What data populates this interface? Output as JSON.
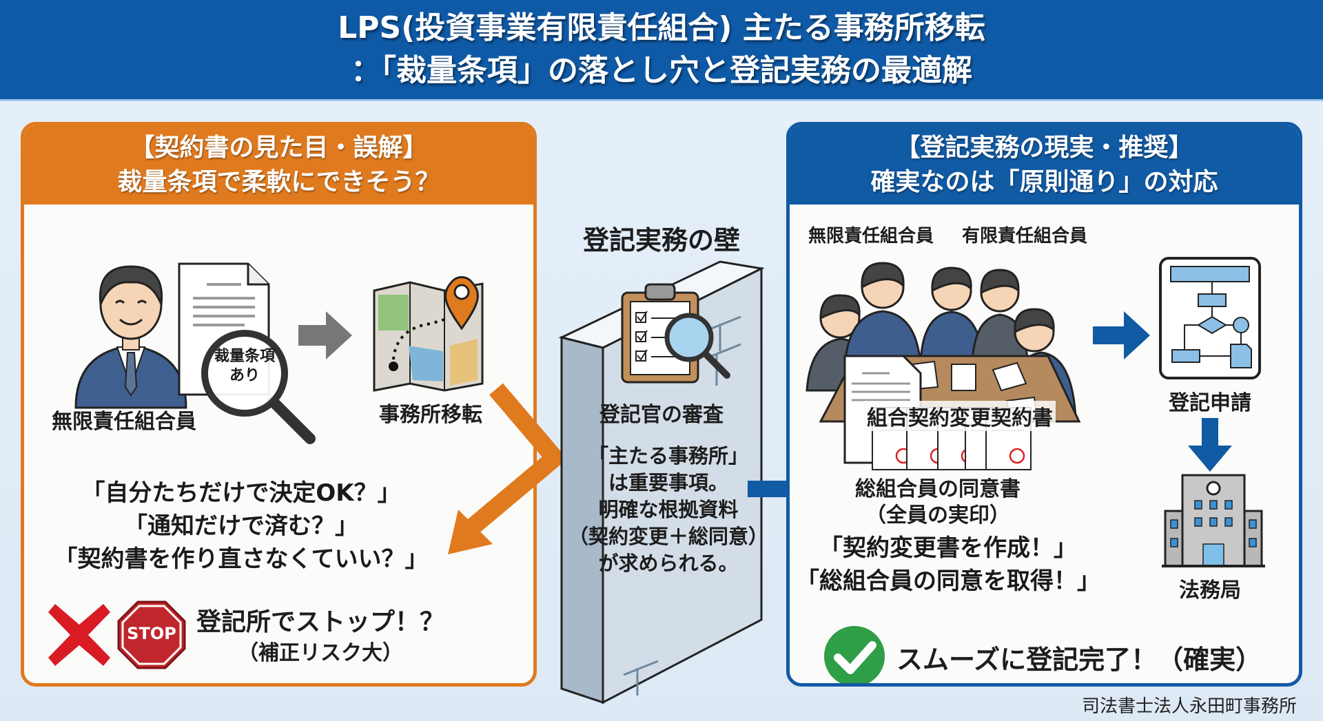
{
  "header": {
    "title_line1": "LPS(投資事業有限責任組合) 主たる事務所移転",
    "title_line2": "：「裁量条項」の落とし穴と登記実務の最適解"
  },
  "left_panel": {
    "heading_line1": "【契約書の見た目・誤解】",
    "heading_line2": "裁量条項で柔軟にできそう？",
    "person_label": "無限責任組合員",
    "magnifier_text_line1": "裁量条項",
    "magnifier_text_line2": "あり",
    "map_label": "事務所移転",
    "questions": [
      "「自分たちだけで決定OK？」",
      "「通知だけで済む？」",
      "「契約書を作り直さなくていい？」"
    ],
    "stop_sign_text": "STOP",
    "warning_line1": "登記所でストップ！？",
    "warning_line2": "（補正リスク大）",
    "accent_color": "#e07a1e"
  },
  "center": {
    "wall_title": "登記実務の壁",
    "review_label": "登記官の審査",
    "explanation": [
      "「主たる事務所」",
      "は重要事項。",
      "明確な根拠資料",
      "（契約変更＋総同意）",
      "が求められる。"
    ]
  },
  "right_panel": {
    "heading_line1": "【登記実務の現実・推奨】",
    "heading_line2": "確実なのは「原則通り」の対応",
    "member_label_1": "無限責任組合員",
    "member_label_2": "有限責任組合員",
    "contract_label": "組合契約変更契約書",
    "consent_label": "総組合員の同意書",
    "consent_sub": "（全員の実印）",
    "action_1": "「契約変更書を作成！」",
    "action_2": "「総組合員の同意を取得！」",
    "application_label": "登記申請",
    "bureau_label": "法務局",
    "success_text": "スムーズに登記完了！（確実）",
    "seal_count": 5,
    "accent_color": "#115aa4",
    "success_color": "#2e9e47"
  },
  "footer": {
    "credit": "司法書士法人永田町事務所"
  }
}
